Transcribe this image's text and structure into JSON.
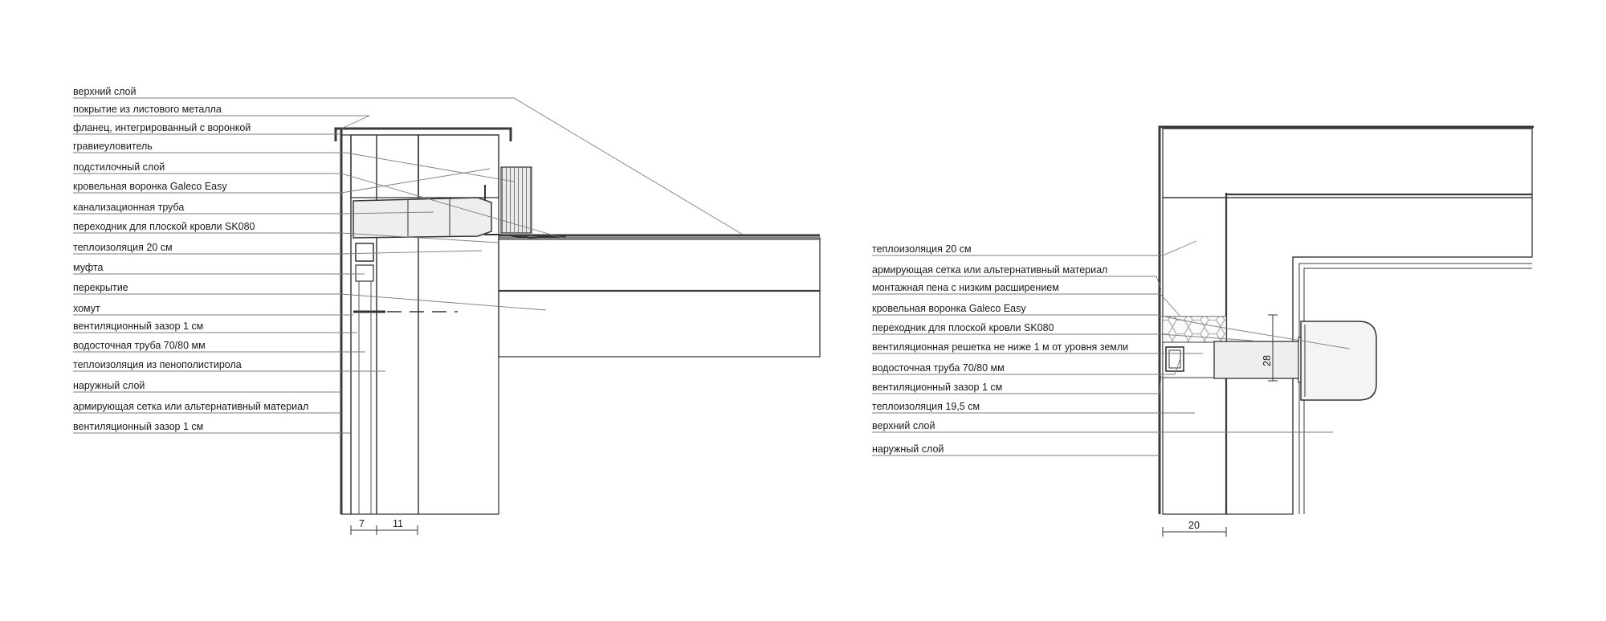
{
  "left_detail": {
    "labels": [
      "верхний слой",
      "покрытие из листового металла",
      "фланец, интегрированный с воронкой",
      "гравиеуловитель",
      "подстилочный слой",
      "кровельная воронка Galeco Easy",
      "канализационная труба",
      "переходник для плоской кровли SK080",
      "теплоизоляция 20 см",
      "муфта",
      "перекрытие",
      "хомут",
      "вентиляционный зазор 1 см",
      "водосточная труба 70/80 мм",
      "теплоизоляция из пенополистирола",
      "наружный слой",
      "армирующая сетка или альтернативный материал",
      "вентиляционный зазор 1 см"
    ],
    "dimensions": [
      "7",
      "11"
    ]
  },
  "right_detail": {
    "labels": [
      "теплоизоляция 20 см",
      "армирующая сетка или альтернативный материал",
      "монтажная пена с низким расширением",
      "кровельная воронка Galeco Easy",
      "переходник для плоской кровли SK080",
      "вентиляционная решетка не ниже 1 м от уровня земли",
      "водосточная труба 70/80 мм",
      "вентиляционный зазор 1 см",
      "теплоизоляция 19,5 см",
      "верхний слой",
      "наружный слой"
    ],
    "dimensions": [
      "20",
      "28"
    ]
  },
  "colors": {
    "line": "#3a3a3a",
    "hatch": "#5a5a5a",
    "leader": "#7d7d7d",
    "fill": "#f2f2f2"
  }
}
